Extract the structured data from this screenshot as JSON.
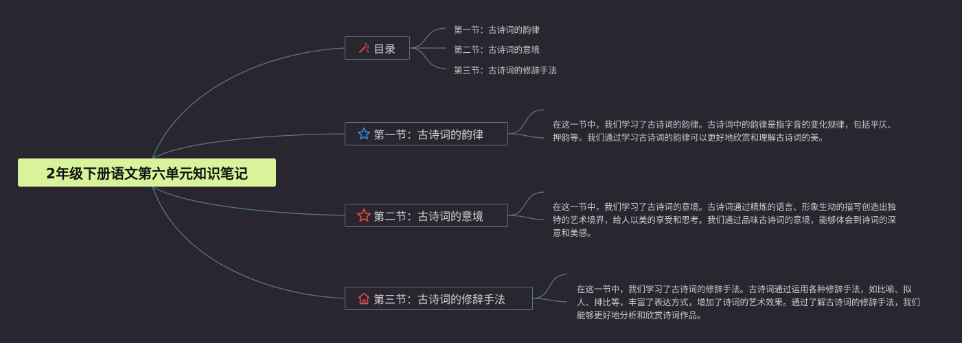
{
  "root": {
    "title": "2年级下册语文第六单元知识笔记"
  },
  "topics": [
    {
      "label": "目录",
      "icon": "magic-wand-icon",
      "children": [
        "第一节：古诗词的韵律",
        "第二节：古诗词的意境",
        "第三节：古诗词的修辞手法"
      ]
    },
    {
      "label": "第一节：古诗词的韵律",
      "icon": "star-outline-blue-icon",
      "note": "在这一节中，我们学习了古诗词的韵律。古诗词中的韵律是指字音的变化规律，包括平仄、押韵等。我们通过学习古诗词的韵律可以更好地欣赏和理解古诗词的美。"
    },
    {
      "label": "第二节：古诗词的意境",
      "icon": "star-outline-red-icon",
      "note": "在这一节中，我们学习了古诗词的意境。古诗词通过精炼的语言、形象生动的描写创造出独特的艺术境界，给人以美的享受和思考。我们通过品味古诗词的意境，能够体会到诗词的深意和美感。"
    },
    {
      "label": "第三节：古诗词的修辞手法",
      "icon": "home-icon",
      "note": "在这一节中，我们学习了古诗词的修辞手法。古诗词通过运用各种修辞手法，如比喻、拟人、排比等，丰富了表达方式，增加了诗词的艺术效果。通过了解古诗词的修辞手法，我们能够更好地分析和欣赏诗词作品。"
    }
  ],
  "colors": {
    "background": "#2a262f",
    "root_fill": "#d9f39a",
    "line": "#557a80",
    "text": "#d4d0d8"
  }
}
